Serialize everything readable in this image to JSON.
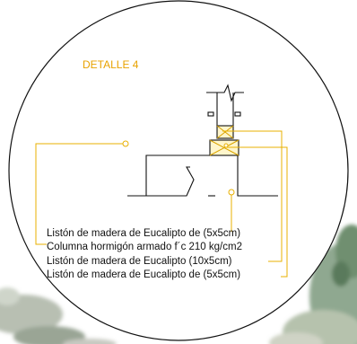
{
  "detail_title": "DETALLE 4",
  "notes": [
    "Listón de madera de Eucalipto de (5x5cm)",
    "Columna hormigón armado f´c 210 kg/cm2",
    "Listón de madera de Eucalipto (10x5cm)",
    "Listón de madera de Eucalipto de (5x5cm)"
  ],
  "colors": {
    "title": "#e8a200",
    "leader": "#e8b000",
    "linework": "#111111",
    "hatch": "#f2c200",
    "background_photo": "#8aa88a"
  }
}
